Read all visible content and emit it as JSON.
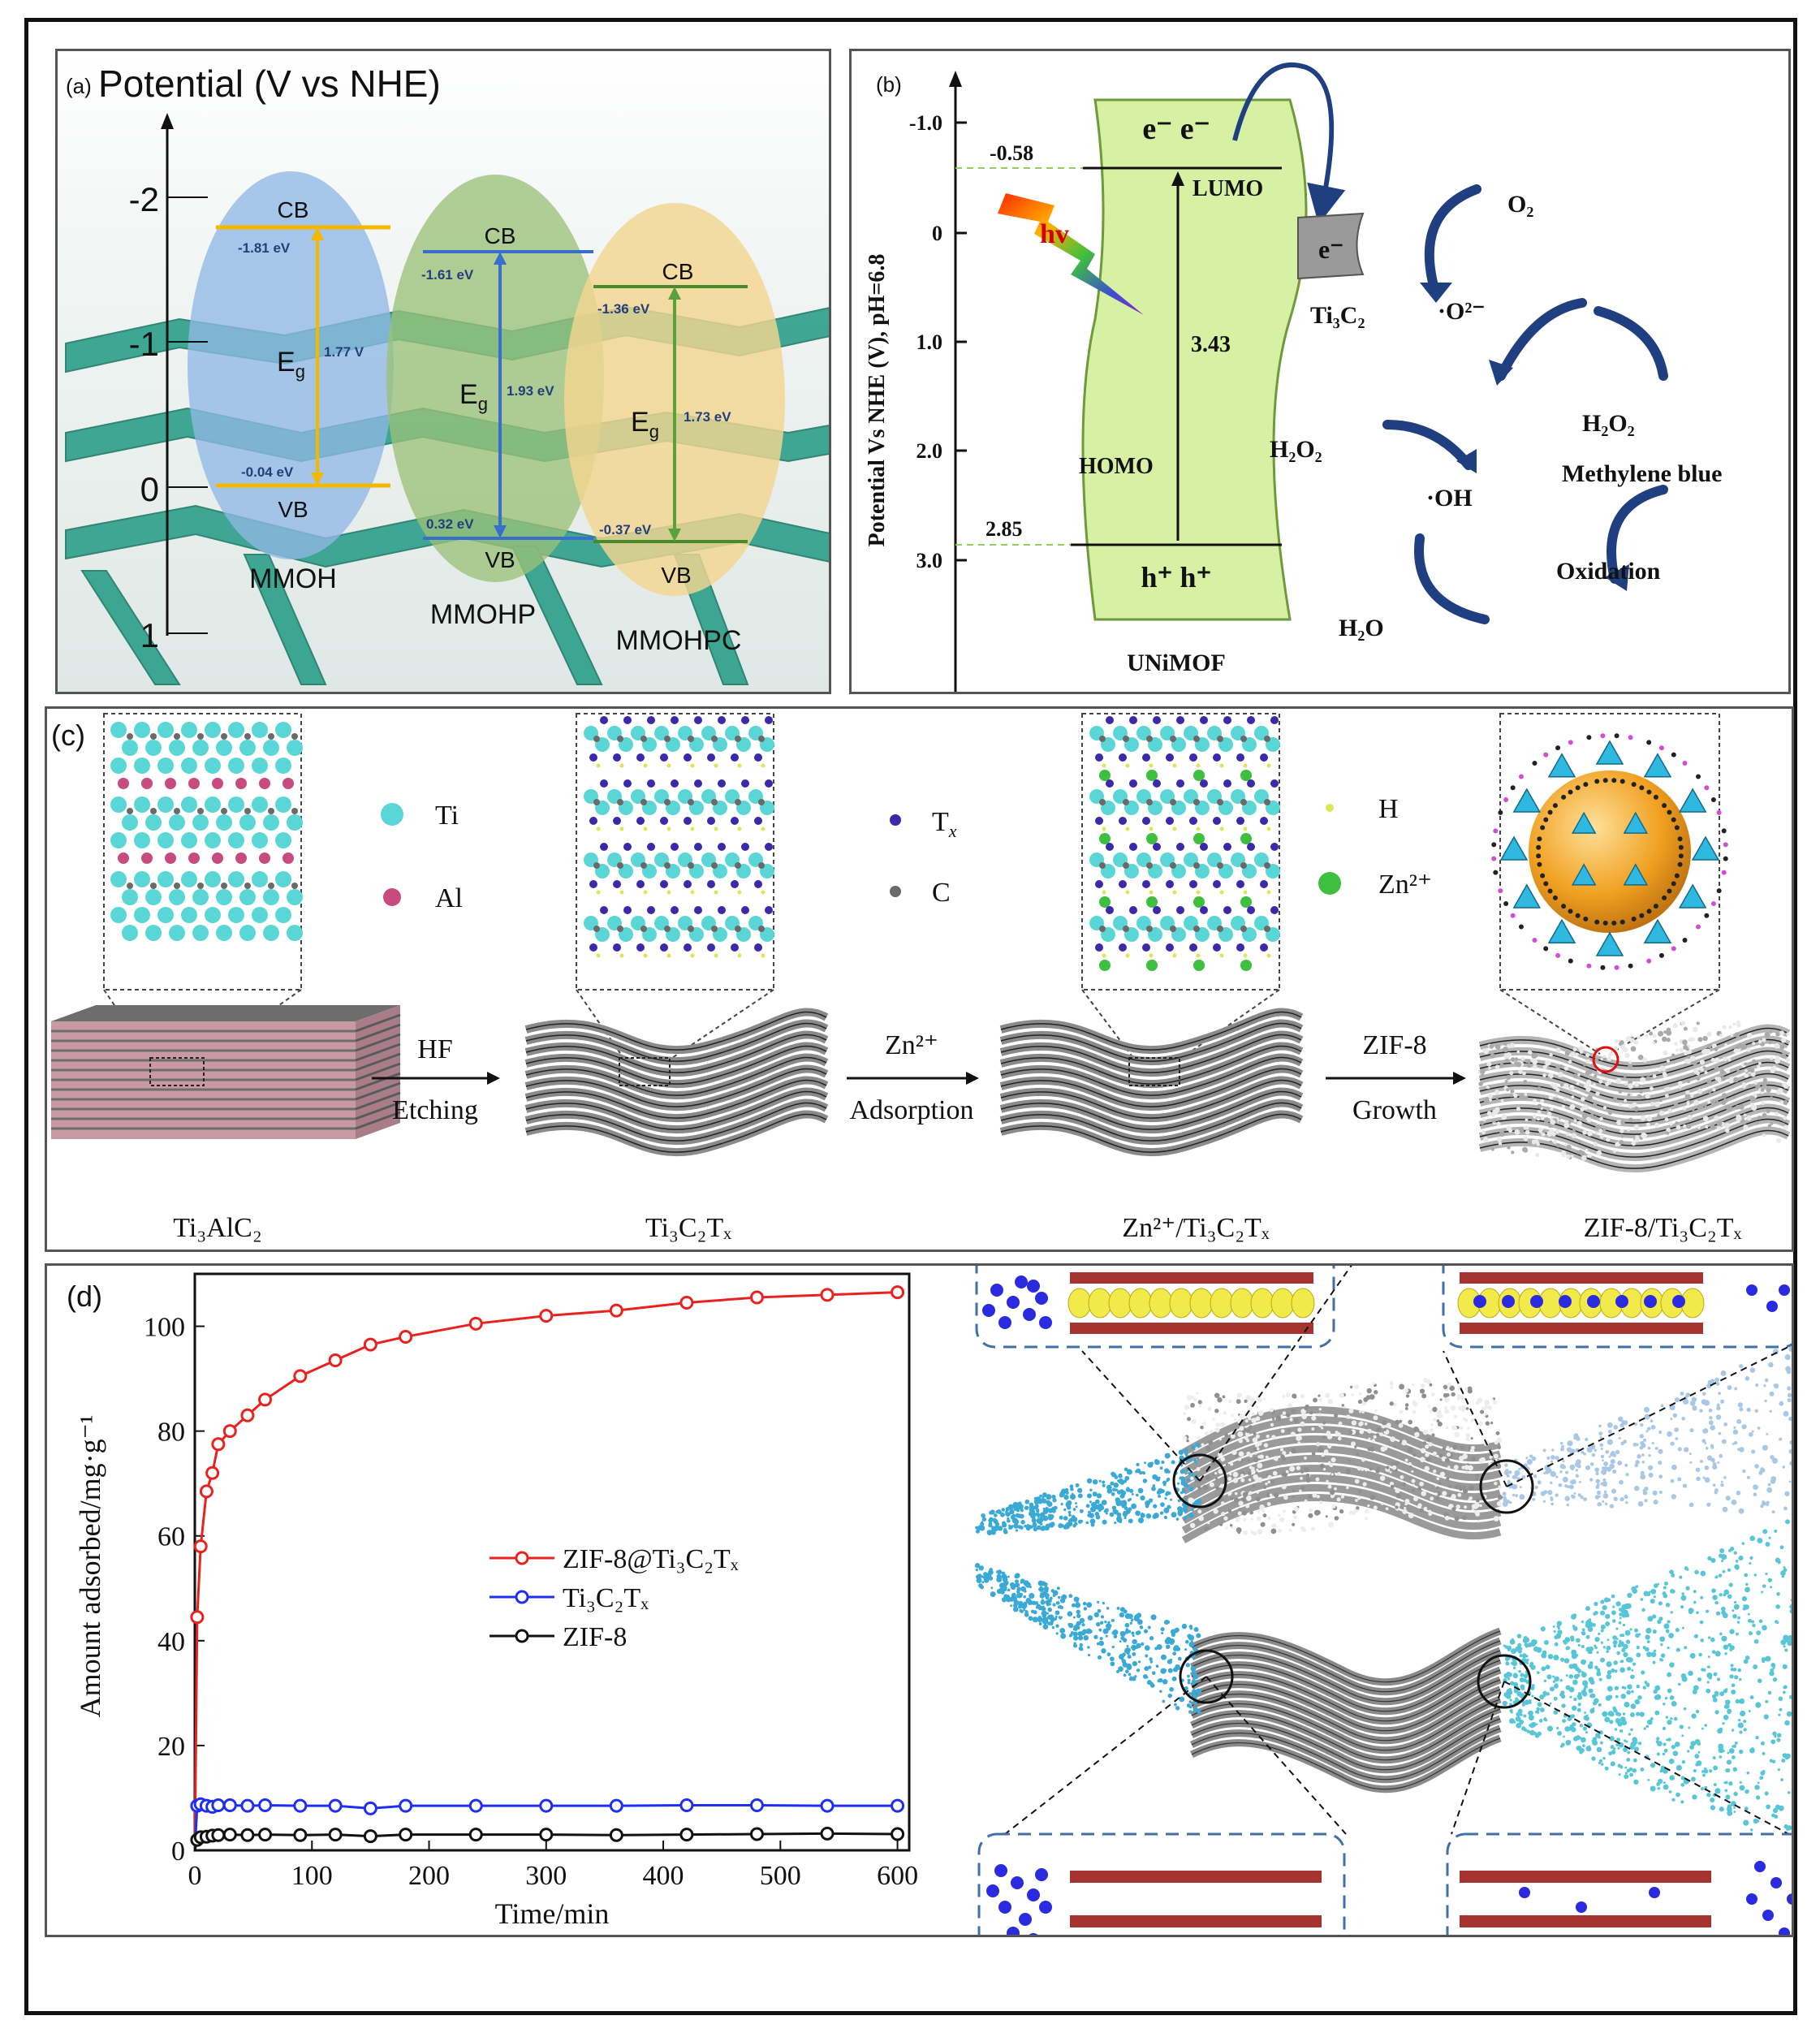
{
  "panel_a": {
    "tag": "(a)",
    "title": "Potential (V  vs NHE)",
    "axis_ticks": [
      "-2",
      "-1",
      "0",
      "1"
    ],
    "materials": [
      {
        "name": "MMOH",
        "color": "#8fb9e6",
        "cb_label": "CB",
        "vb_label": "VB",
        "cb": "-1.81 eV",
        "vb": "-0.04 eV",
        "eg_symbol": "E",
        "eg_sub": "g",
        "eg_value": "1.77 V"
      },
      {
        "name": "MMOHP",
        "color": "#9bc27a",
        "cb_label": "CB",
        "vb_label": "VB",
        "cb": "-1.61 eV",
        "vb": "0.32 eV",
        "eg_symbol": "E",
        "eg_sub": "g",
        "eg_value": "1.93 eV"
      },
      {
        "name": "MMOHPC",
        "color": "#f3d590",
        "cb_label": "CB",
        "vb_label": "VB",
        "cb": "-1.36 eV",
        "vb": "-0.37 eV",
        "eg_symbol": "E",
        "eg_sub": "g",
        "eg_value": "1.73 eV"
      }
    ]
  },
  "panel_b": {
    "tag": "(b)",
    "ylabel": "Potential Vs NHE (V), pH=6.8",
    "ticks": [
      "-1.0",
      "0",
      "1.0",
      "2.0",
      "3.0"
    ],
    "lumo_value": "-0.58",
    "homo_value": "2.85",
    "gap": "3.43",
    "lumo": "LUMO",
    "homo": "HOMO",
    "electrons": "e⁻ e⁻",
    "holes": "h⁺ h⁺",
    "hv": "hv",
    "e_minus": "e⁻",
    "ti3c2": "Ti₃C₂",
    "o2": "O₂",
    "superoxide": "·O²⁻",
    "h2o2_a": "H₂O₂",
    "h2o2_b": "H₂O₂",
    "oh": "·OH",
    "mb": "Methylene blue",
    "oxidation": "Oxidation",
    "h2o": "H₂O",
    "material": "UNiMOF"
  },
  "panel_c": {
    "tag": "(c)",
    "legend_ti": "Ti",
    "legend_al": "Al",
    "legend_tx": "T",
    "legend_tx_sub": "x",
    "legend_c": "C",
    "legend_h": "H",
    "legend_zn": "Zn²⁺",
    "step1_top": "HF",
    "step1_bottom": "Etching",
    "step2_top": "Zn²⁺",
    "step2_bottom": "Adsorption",
    "step3_top": "ZIF-8",
    "step3_bottom": "Growth",
    "labels": [
      "Ti₃AlC₂",
      "Ti₃C₂Tₓ",
      "Zn²⁺/Ti₃C₂Tₓ",
      "ZIF-8/Ti₃C₂Tₓ"
    ]
  },
  "panel_d": {
    "tag": "(d)",
    "xlabel": "Time/min",
    "ylabel": "Amount adsorbed/mg·g⁻¹",
    "x_ticks": [
      "0",
      "100",
      "200",
      "300",
      "400",
      "500",
      "600"
    ],
    "y_ticks": [
      "0",
      "20",
      "40",
      "60",
      "80",
      "100"
    ]
  },
  "chart_data": {
    "type": "line",
    "xlabel": "Time/min",
    "ylabel": "Amount adsorbed/mg·g⁻¹",
    "xlim": [
      0,
      610
    ],
    "ylim": [
      0,
      110
    ],
    "x": [
      0,
      2,
      5,
      10,
      15,
      20,
      30,
      45,
      60,
      90,
      120,
      150,
      180,
      240,
      300,
      360,
      420,
      480,
      540,
      600
    ],
    "series": [
      {
        "name": "ZIF-8@Ti₃C₂Tₓ",
        "color": "#e8231f",
        "values": [
          0,
          44.5,
          58,
          68.5,
          72,
          77.5,
          80,
          83,
          86,
          90.5,
          93.5,
          96.5,
          98,
          100.5,
          102,
          103,
          104.5,
          105.5,
          106,
          106.5
        ]
      },
      {
        "name": "Ti₃C₂Tₓ",
        "color": "#1f2ff0",
        "values": [
          0,
          8.5,
          8.8,
          8.5,
          8.3,
          8.6,
          8.6,
          8.5,
          8.6,
          8.5,
          8.5,
          8.0,
          8.5,
          8.5,
          8.5,
          8.5,
          8.6,
          8.6,
          8.5,
          8.5
        ]
      },
      {
        "name": "ZIF-8",
        "color": "#111111",
        "values": [
          0,
          2.0,
          2.5,
          2.6,
          2.8,
          2.9,
          3.0,
          2.9,
          3.0,
          2.9,
          3.0,
          2.7,
          3.0,
          3.0,
          3.0,
          2.9,
          3.0,
          3.1,
          3.2,
          3.1
        ]
      }
    ]
  }
}
